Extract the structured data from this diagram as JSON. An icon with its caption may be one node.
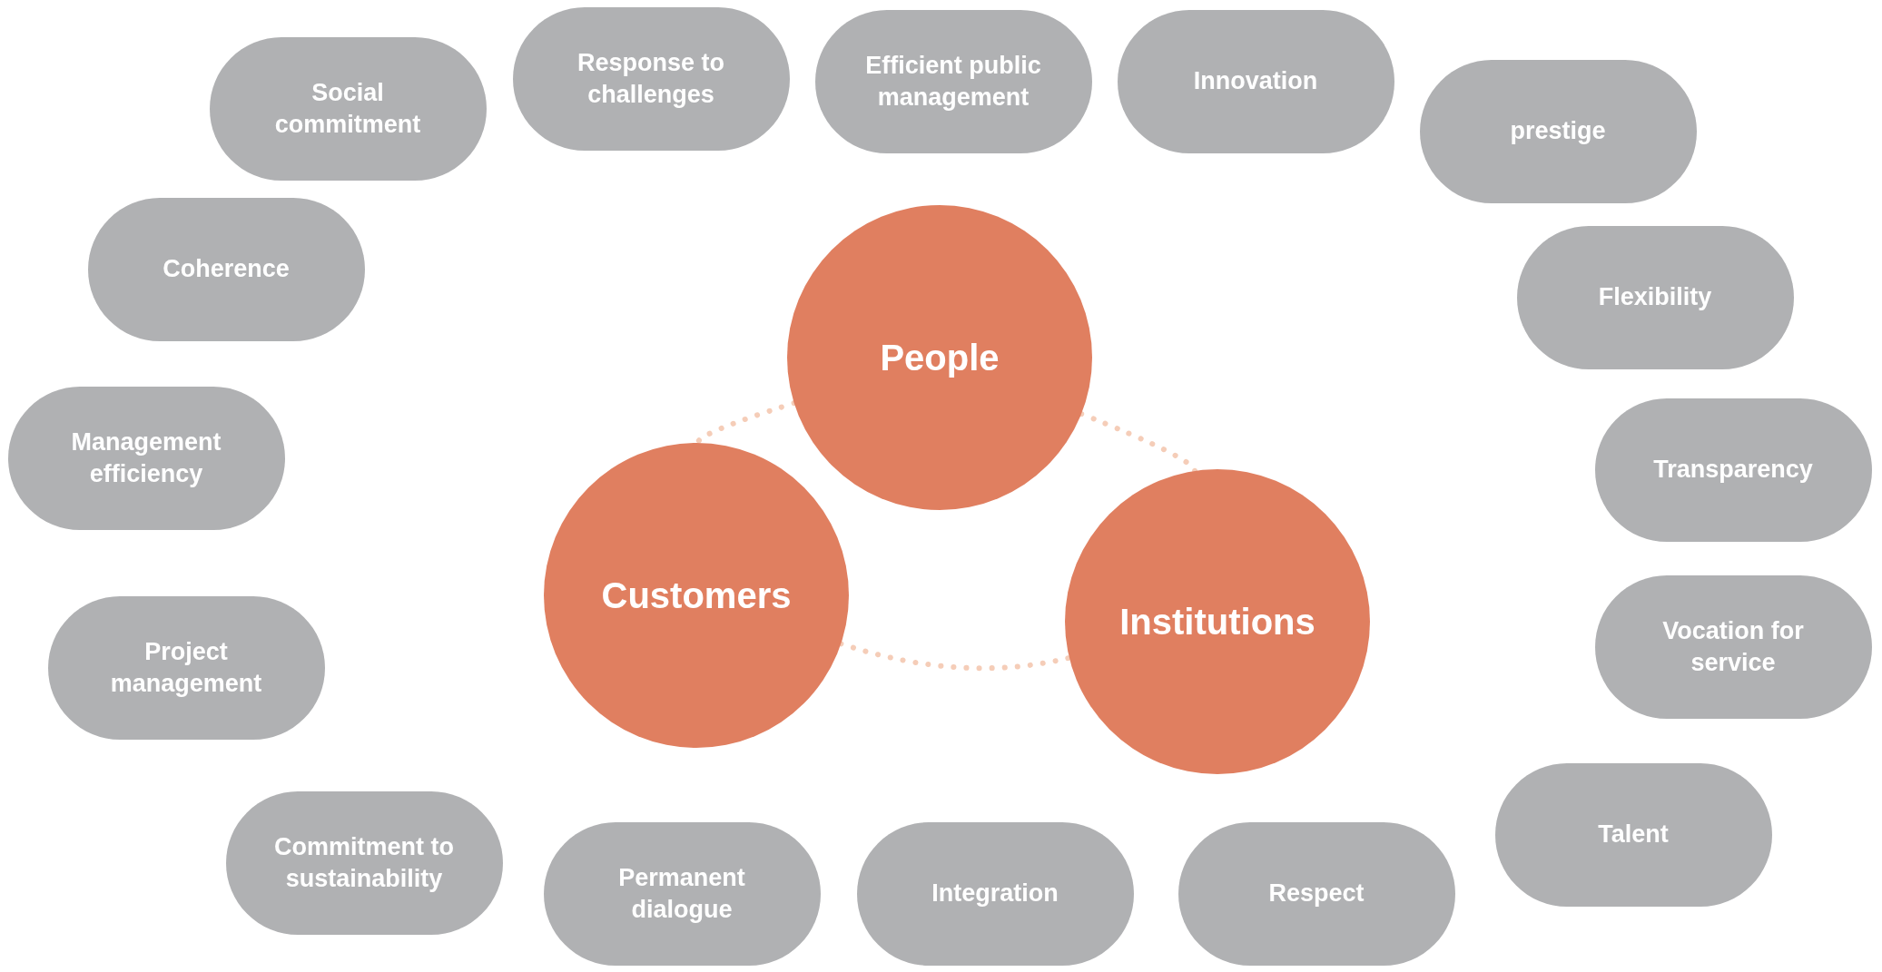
{
  "diagram": {
    "nodes": [
      {
        "text": [
          "People"
        ]
      },
      {
        "text": [
          "Customers"
        ]
      },
      {
        "text": [
          "Institutions"
        ]
      },
      {
        "text": [
          "Response to challenges"
        ]
      },
      {
        "text": [
          "Efficient public management"
        ]
      },
      {
        "text": [
          "Innovation"
        ]
      },
      {
        "text": [
          "Social commitment"
        ]
      },
      {
        "text": [
          "prestige"
        ]
      },
      {
        "text": [
          "Coherence"
        ]
      },
      {
        "text": [
          "Flexibility"
        ]
      },
      {
        "text": [
          "Management efficiency"
        ]
      },
      {
        "text": [
          "Transparency"
        ]
      },
      {
        "text": [
          "Project management"
        ]
      },
      {
        "text": [
          "Vocation for service"
        ]
      },
      {
        "text": [
          "Talent"
        ]
      },
      {
        "text": [
          "Commitment to sustainability"
        ]
      },
      {
        "text": [
          "Permanent dialogue"
        ]
      },
      {
        "text": [
          "Integration"
        ]
      },
      {
        "text": [
          "Respect"
        ]
      }
    ],
    "edges": [
      {
        "from": 0,
        "to": 1,
        "arrow": "none",
        "style": "dashed"
      },
      {
        "from": 1,
        "to": 2,
        "arrow": "none",
        "style": "dashed"
      },
      {
        "from": 2,
        "to": 0,
        "arrow": "none",
        "style": "dashed"
      }
    ]
  }
}
